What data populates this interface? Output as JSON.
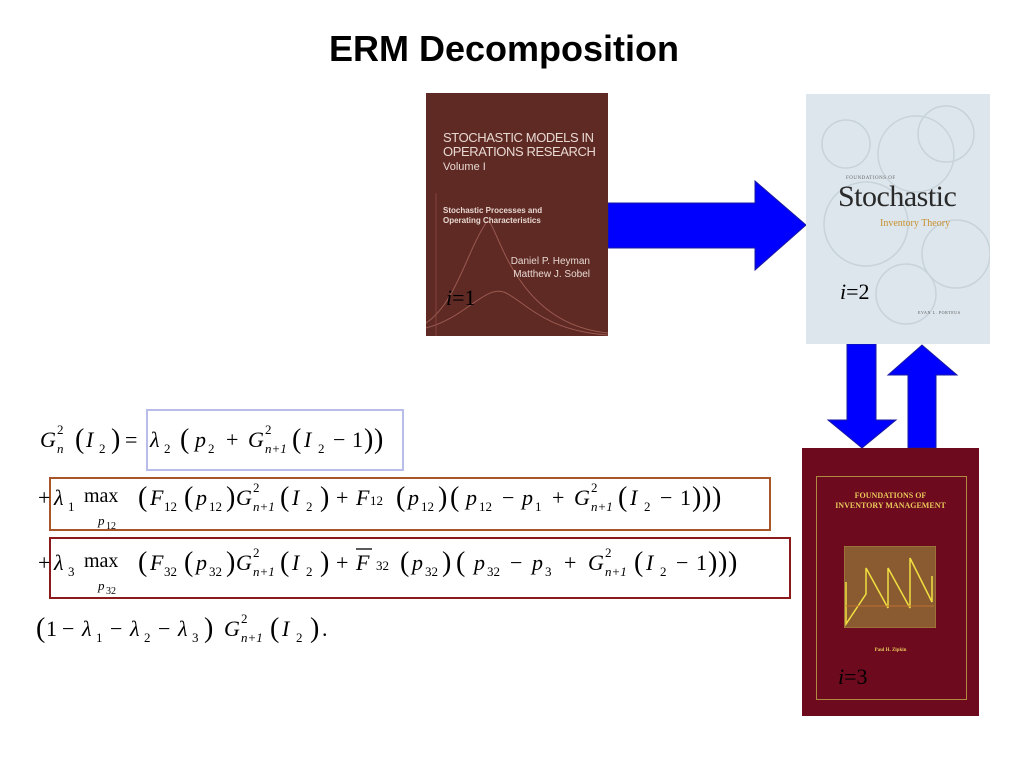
{
  "slide": {
    "title": "ERM Decomposition"
  },
  "books": [
    {
      "title_line1": "STOCHASTIC MODELS IN",
      "title_line2": "OPERATIONS RESEARCH",
      "volume": "Volume I",
      "subtitle_line1": "Stochastic Processes and",
      "subtitle_line2": "Operating Characteristics",
      "author_line1": "Daniel P. Heyman",
      "author_line2": "Matthew J. Sobel",
      "label_var": "i",
      "label_eq": "=1"
    },
    {
      "series": "FOUNDATIONS OF",
      "title": "Stochastic",
      "subtitle": "Inventory Theory",
      "author": "EVAN L. PORTEUS",
      "label_var": "i",
      "label_eq": "=2"
    },
    {
      "title_line1": "FOUNDATIONS OF",
      "title_line2": "INVENTORY MANAGEMENT",
      "author": "Paul H. Zipkin",
      "label_var": "i",
      "label_eq": "=3"
    }
  ],
  "colors": {
    "arrow_fill": "#0000ff",
    "arrow_stroke": "#1a1aa0",
    "box_blue": "#b8bce8",
    "box_brown": "#a8552a",
    "box_red": "#8a1b1b"
  },
  "formula": {
    "line1": {
      "G": "G",
      "n": "n",
      "sup": "2",
      "I": "I",
      "sub2": "2",
      "eq": "=",
      "lam": "λ",
      "p": "p",
      "plus": "+",
      "np1": "n+1",
      "minus": "−",
      "one": "1"
    },
    "line2": {
      "lamsub": "1",
      "max": "max",
      "maxsub": "p",
      "maxsubsub": "12",
      "F": "F",
      "Fsub": "12",
      "psub": "12",
      "p1sub": "1"
    },
    "line3": {
      "lamsub": "3",
      "maxsubsub": "32",
      "Fsub": "32",
      "psub": "32",
      "p3sub": "3"
    },
    "line4": {
      "l1": "1",
      "l2": "2",
      "l3": "3",
      "period": "."
    }
  }
}
